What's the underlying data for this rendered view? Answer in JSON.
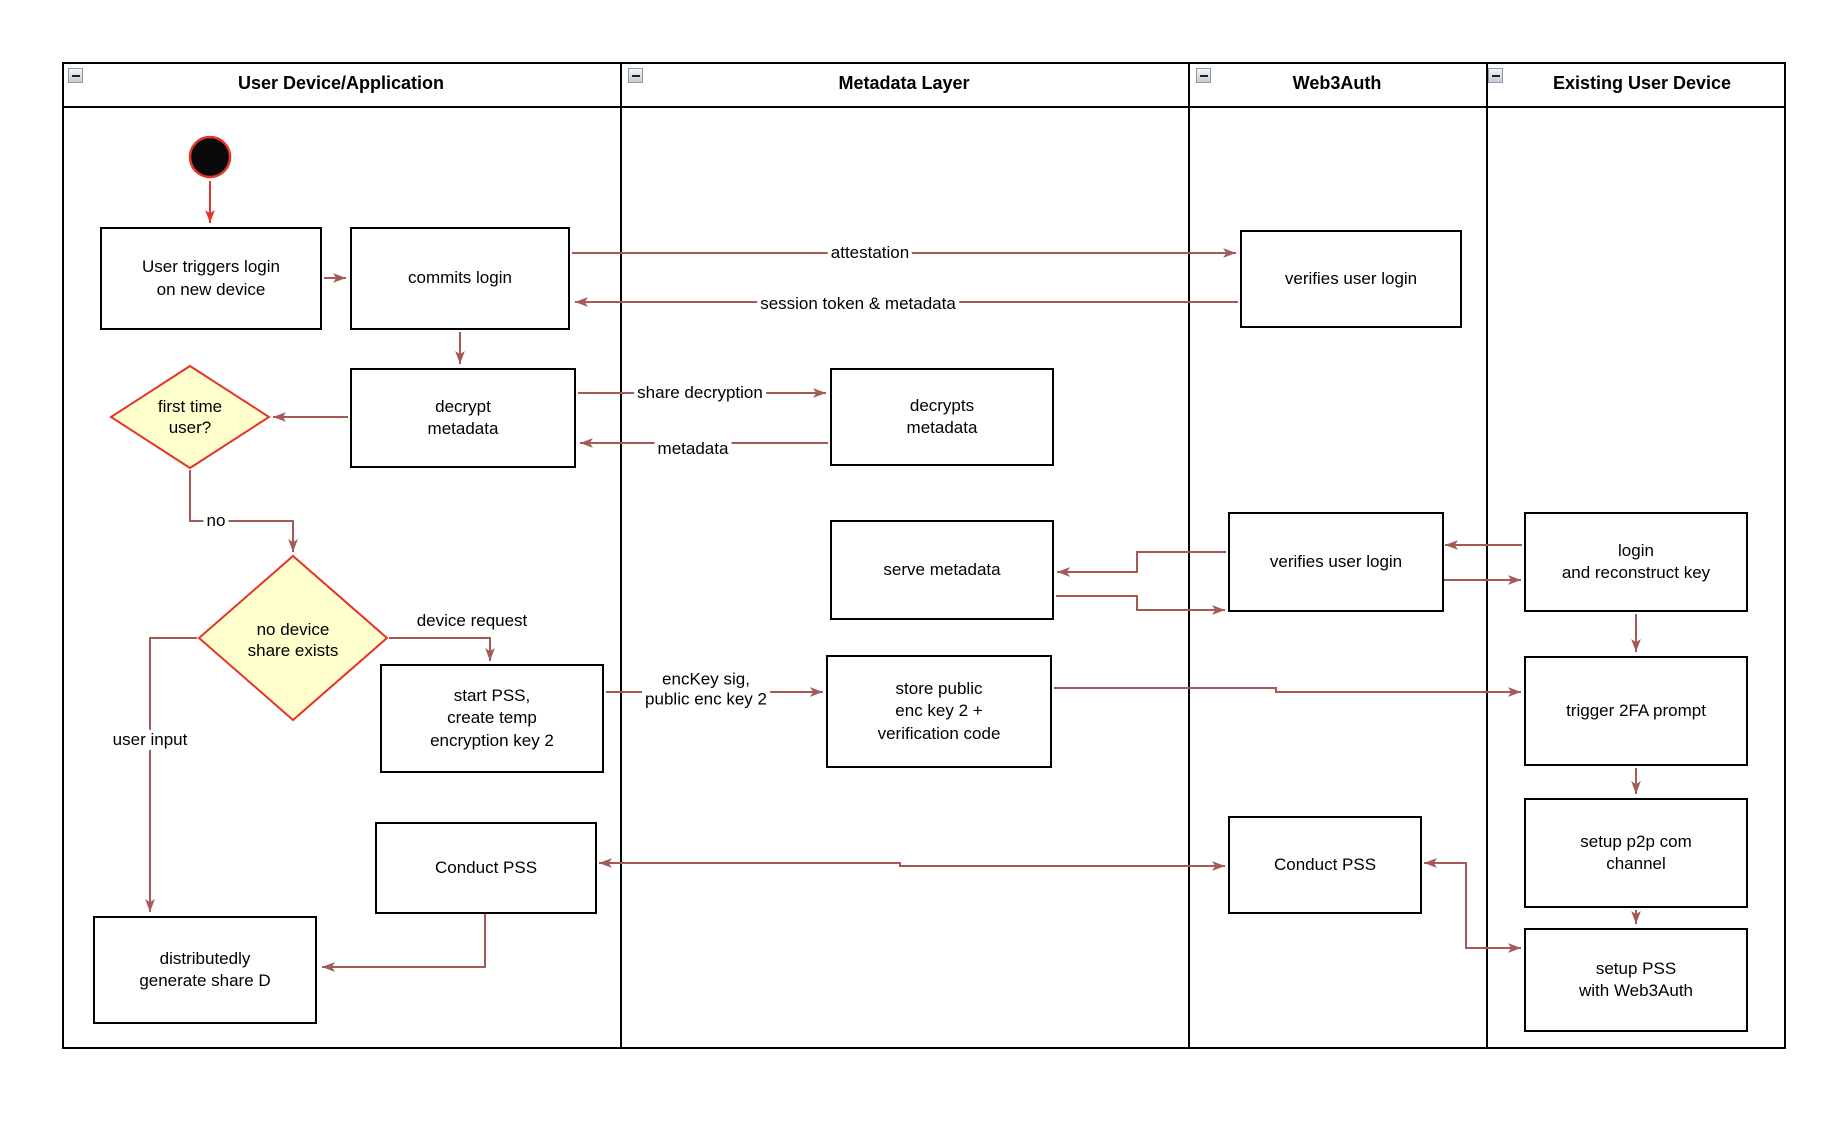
{
  "lanes": [
    {
      "title": "User Device/Application"
    },
    {
      "title": "Metadata Layer"
    },
    {
      "title": "Web3Auth"
    },
    {
      "title": "Existing User Device"
    }
  ],
  "nodes": {
    "user_triggers": "User triggers login\non new device",
    "commits_login": "commits login",
    "verifies_user_login_1": "verifies user login",
    "decrypt_metadata": "decrypt\nmetadata",
    "decrypts_metadata": "decrypts\nmetadata",
    "serve_metadata": "serve metadata",
    "verifies_user_login_2": "verifies user login",
    "login_reconstruct": "login\nand reconstruct key",
    "start_pss": "start PSS,\ncreate temp\nencryption key 2",
    "store_public": "store public\nenc key 2 +\nverification code",
    "trigger_2fa": "trigger 2FA prompt",
    "setup_p2p": "setup p2p com\nchannel",
    "setup_pss": "setup PSS\nwith Web3Auth",
    "conduct_pss_left": "Conduct PSS",
    "conduct_pss_web3auth": "Conduct PSS",
    "distributedly": "distributedly\ngenerate share D"
  },
  "decisions": {
    "first_time_user": "first time\nuser?",
    "no_device_share": "no device\nshare exists"
  },
  "edge_labels": {
    "attestation": "attestation",
    "session_token": "session token & metadata",
    "share_decryption": "share decryption",
    "metadata": "metadata",
    "no": "no",
    "device_request": "device request",
    "user_input": "user input",
    "enckey": "encKey sig,\npublic enc key 2"
  },
  "colors": {
    "arrow_brown": "#A45A56",
    "accent_red": "#E5342A",
    "diamond_fill": "#FFFFCE",
    "node_border": "#000000",
    "lane_border": "#000000"
  }
}
